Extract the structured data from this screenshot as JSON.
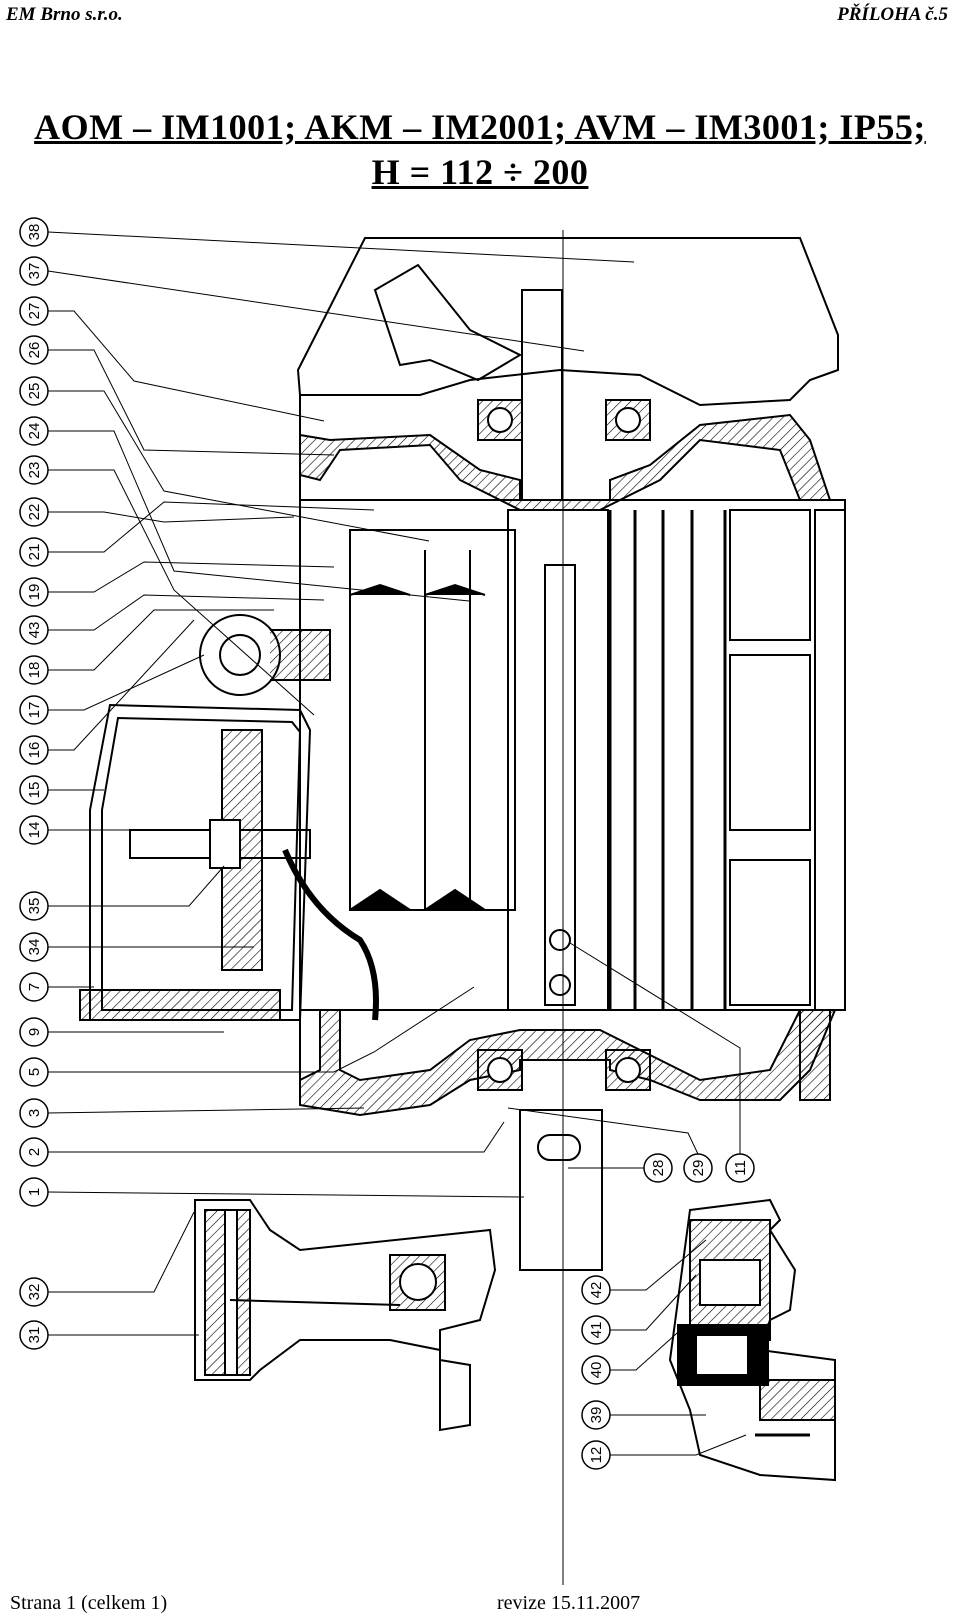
{
  "header": {
    "company": "EM Brno s.r.o.",
    "attachment": "PŘÍLOHA č.5"
  },
  "title": {
    "line1": "AOM – IM1001; AKM – IM2001; AVM – IM3001; IP55;",
    "line2": "H = 112 ÷ 200"
  },
  "drawing": {
    "left_callouts": [
      "38",
      "37",
      "27",
      "26",
      "25",
      "24",
      "23",
      "22",
      "21",
      "19",
      "43",
      "18",
      "17",
      "16",
      "15",
      "14",
      "35",
      "34",
      "7",
      "9",
      "5",
      "3",
      "2",
      "1",
      "32",
      "31"
    ],
    "bottom_callouts": [
      "28",
      "29",
      "11"
    ],
    "detail_callouts": [
      "42",
      "41",
      "40",
      "39",
      "12"
    ]
  },
  "footer": {
    "page": "Strana 1 (celkem 1)",
    "revision": "revize 15.11.2007"
  }
}
